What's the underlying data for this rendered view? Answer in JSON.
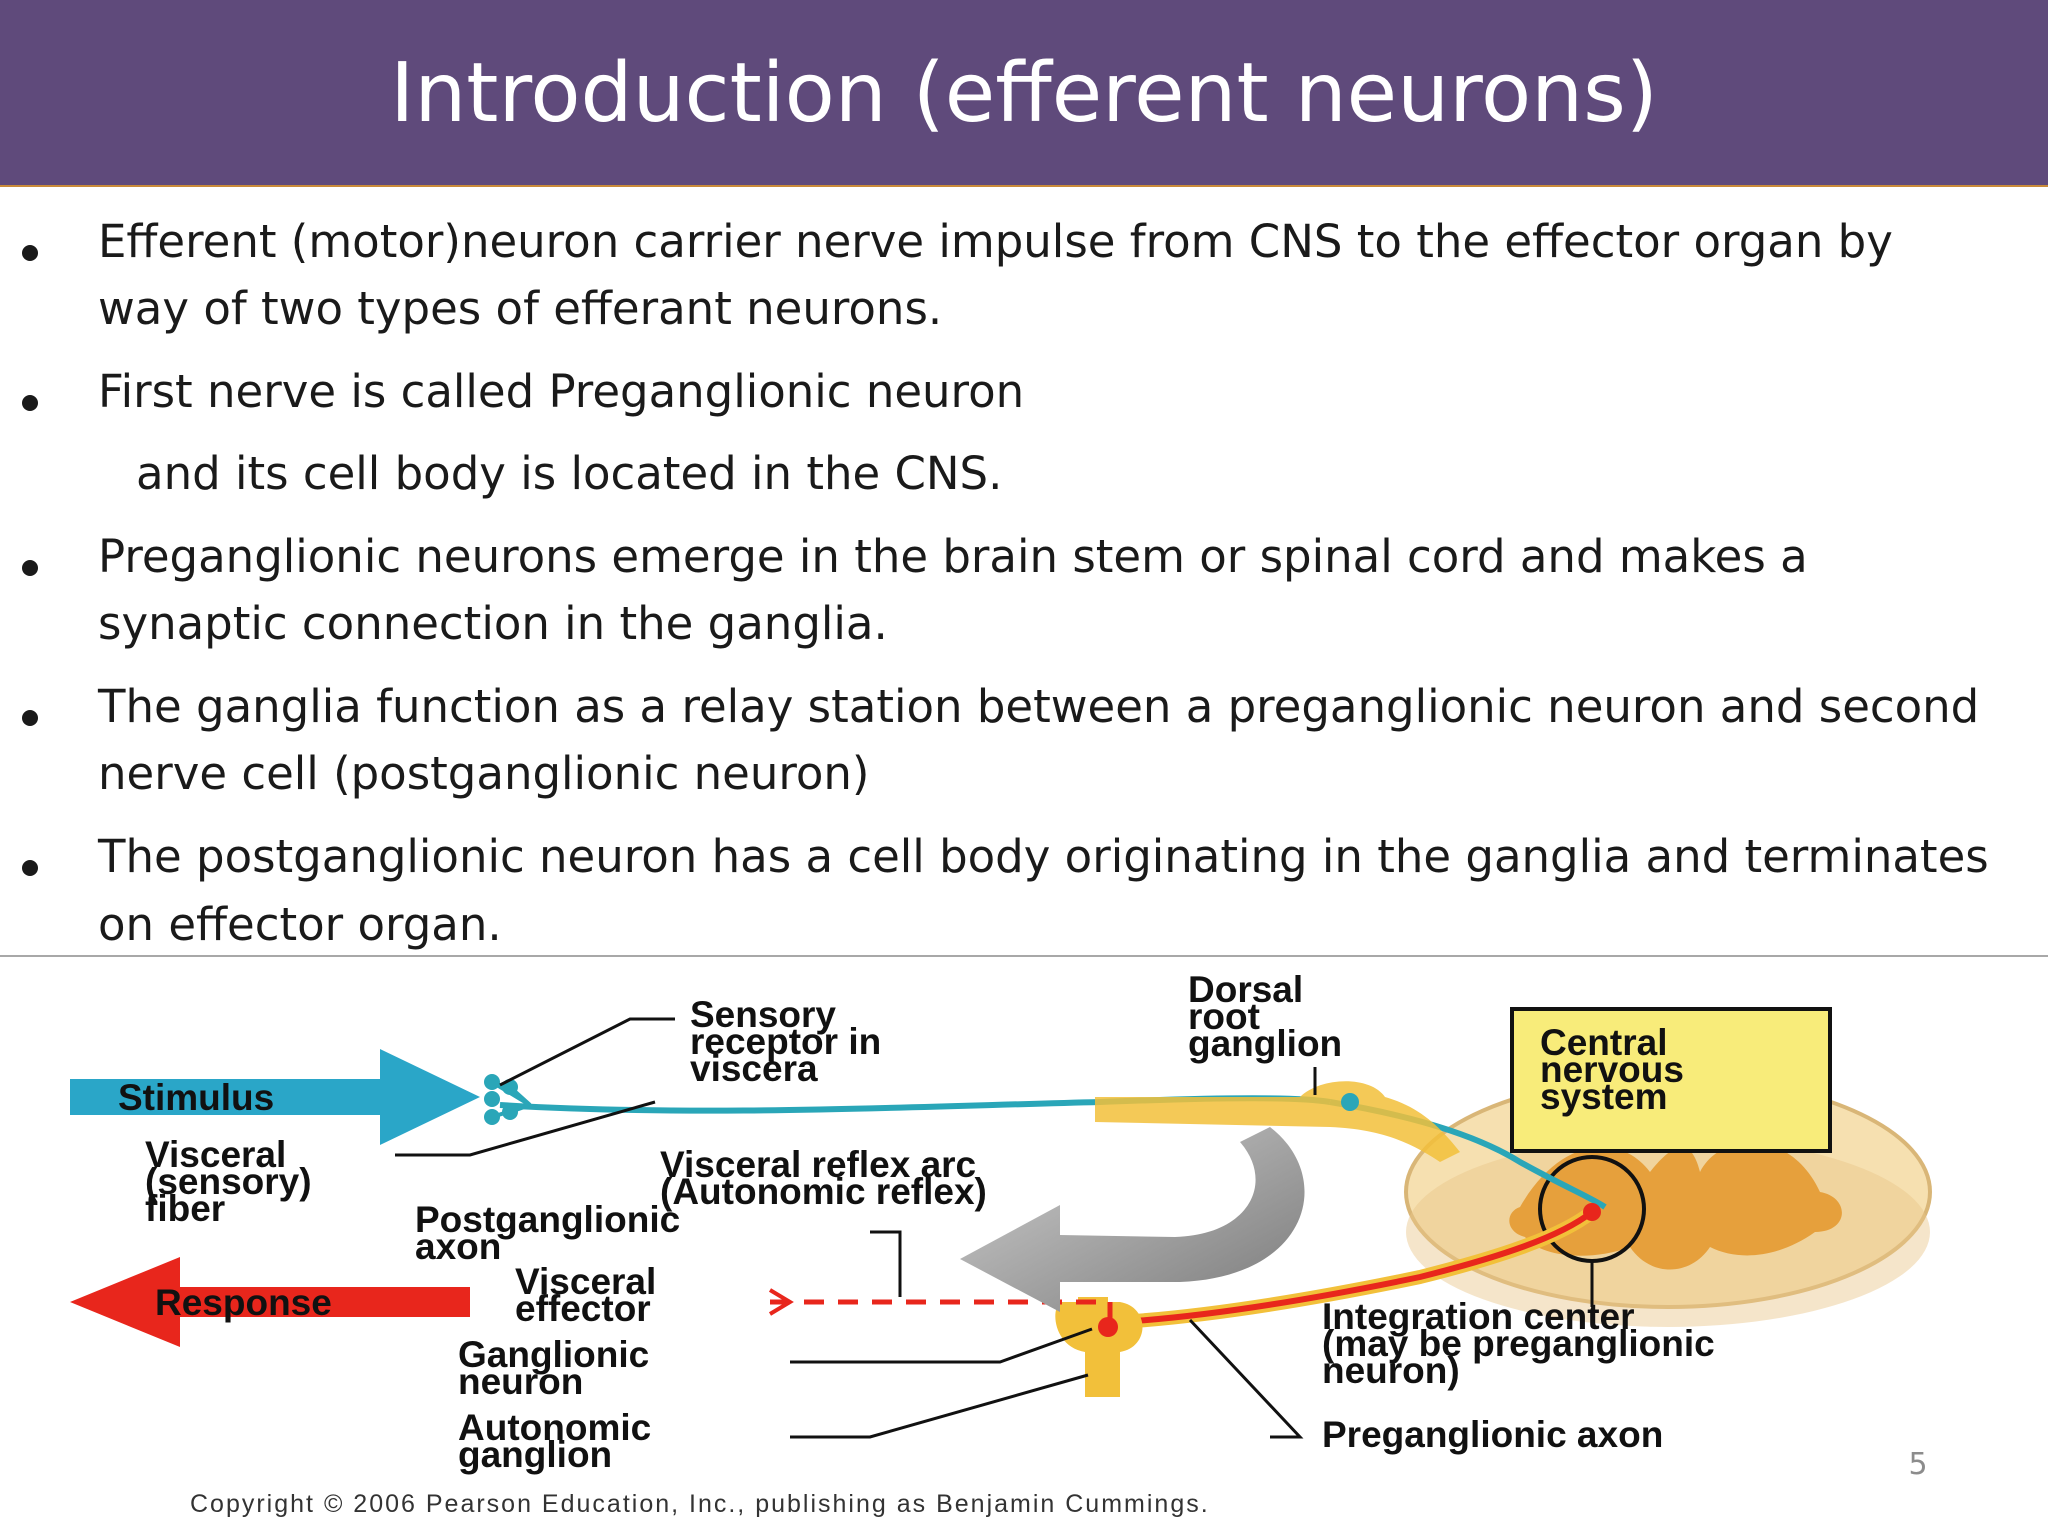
{
  "slide": {
    "title": "Introduction (efferent neurons)",
    "page_number": "5",
    "bullets": [
      {
        "lines": [
          "Efferent (motor)neuron carrier nerve impulse from CNS to the effector organ by",
          "way of two types of efferant neurons."
        ]
      },
      {
        "lines": [
          "First nerve is called Preganglionic neuron"
        ]
      },
      {
        "lines": [
          "and its cell body is located in the CNS."
        ],
        "no_bullet": true
      },
      {
        "lines": [
          "Preganglionic neurons emerge in the brain stem or spinal cord and makes a",
          "synaptic connection in the ganglia."
        ]
      },
      {
        "lines": [
          "The ganglia function as a relay station between a preganglionic neuron and second",
          "nerve cell (postganglionic neuron)"
        ]
      },
      {
        "lines": [
          "The postganglionic neuron has a cell body originating in the ganglia and terminates",
          "on effector organ."
        ]
      }
    ]
  },
  "diagram": {
    "stimulus": "Stimulus",
    "response": "Response",
    "sensory_receptor": [
      "Sensory",
      "receptor in",
      "viscera"
    ],
    "dorsal_root": [
      "Dorsal",
      "root",
      "ganglion"
    ],
    "cns": [
      "Central",
      "nervous",
      "system"
    ],
    "visceral_fiber": [
      "Visceral",
      "(sensory)",
      "fiber"
    ],
    "reflex_arc": [
      "Visceral reflex arc",
      "(Autonomic reflex)"
    ],
    "postganglionic": [
      "Postganglionic",
      "axon"
    ],
    "visceral_effector": [
      "Visceral",
      "effector"
    ],
    "ganglionic_neuron": [
      "Ganglionic",
      "neuron"
    ],
    "autonomic_ganglion": [
      "Autonomic",
      "ganglion"
    ],
    "integration": [
      "Integration center",
      "(may be preganglionic",
      "neuron)"
    ],
    "preganglionic_axon": "Preganglionic axon",
    "copyright": "Copyright © 2006 Pearson Education, Inc., publishing as Benjamin Cummings.",
    "colors": {
      "sensory": "#2aa6b8",
      "motor": "#e8261c",
      "ganglion": "#f2c03a",
      "cord": "#f6e0b0",
      "gray_matter": "#e6a03c",
      "cns_box": "#f8ec7a",
      "title_bar": "#5f4a7b"
    }
  }
}
